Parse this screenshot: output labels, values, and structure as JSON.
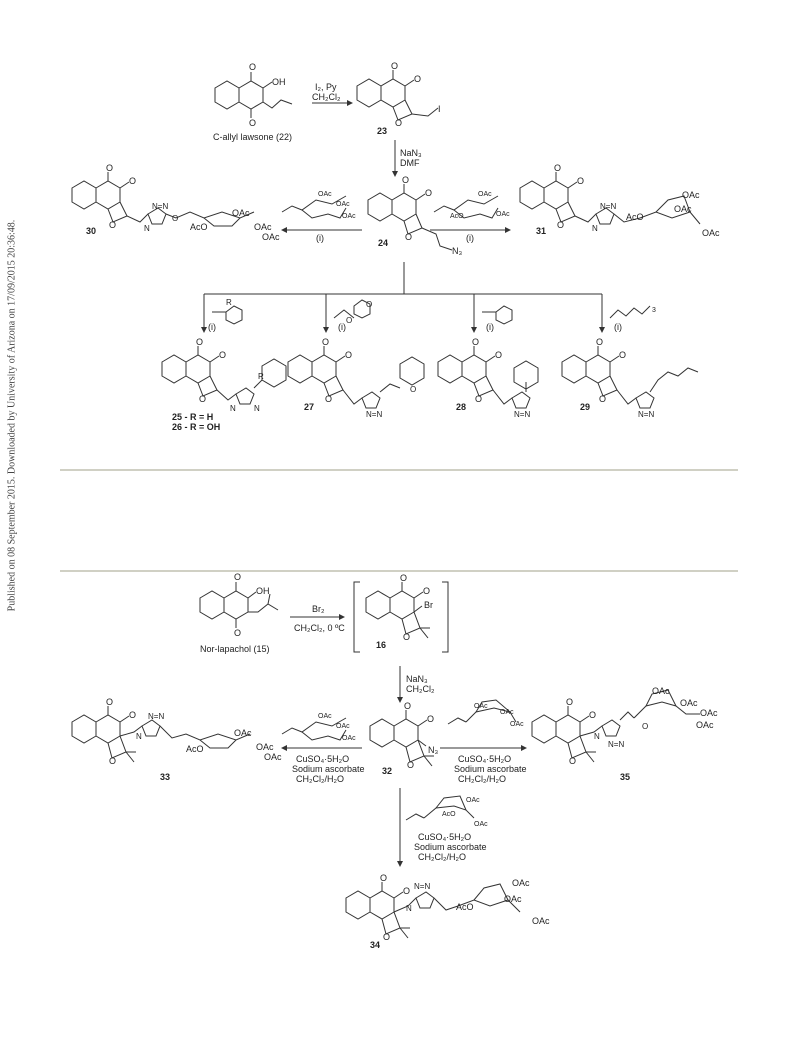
{
  "sidebar": {
    "published_text": "Published on 08 September 2015. Downloaded by University of Arizona on 17/09/2015 20:36:48."
  },
  "scheme1": {
    "start_label": "C-allyl lawsone (22)",
    "reagent_iodo": "I₂, Py",
    "reagent_iodo_solvent": "CH₂Cl₂",
    "cmp_23": "23",
    "reagent_azide": "NaN₃",
    "reagent_azide_solvent": "DMF",
    "cmp_24": "24",
    "n3_label": "N₃",
    "cond_i": "(i)",
    "cmp_30": "30",
    "cmp_31": "31",
    "cmp_27": "27",
    "cmp_28": "28",
    "cmp_29": "29",
    "r_label": "R",
    "r_h": "25 - R = H",
    "r_oh": "26 - R = OH",
    "oac": "OAc",
    "aco": "AcO",
    "oh": "OH",
    "o": "O",
    "i_atom": "I",
    "n_atom": "N",
    "nn": "N=N",
    "sub3": "3"
  },
  "scheme2": {
    "start_label": "Nor-lapachol (15)",
    "reagent_br": "Br₂",
    "reagent_br_solvent": "CH₂Cl₂, 0 ºC",
    "cmp_16": "16",
    "br_atom": "Br",
    "reagent_azide": "NaN₃",
    "reagent_azide_solvent": "CH₂Cl₂",
    "cmp_32": "32",
    "n3_label": "N₃",
    "cu": "CuSO₄·5H₂O",
    "asc": "Sodium ascorbate",
    "solv": "CH₂Cl₂/H₂O",
    "cmp_33": "33",
    "cmp_34": "34",
    "cmp_35": "35"
  }
}
